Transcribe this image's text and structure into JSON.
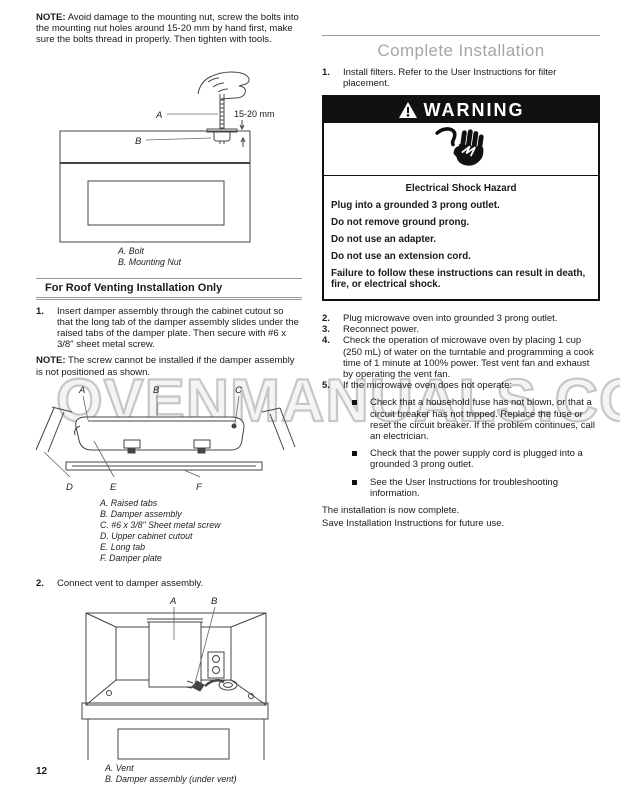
{
  "watermark": "OVENMANUALS.COM",
  "page_number": "12",
  "left": {
    "note1_label": "NOTE:",
    "note1_text": "Avoid damage to the mounting nut, screw the bolts into the mounting nut holes around 15-20 mm by hand first, make sure the bolts thread in properly. Then tighten with tools.",
    "fig1": {
      "dim_label": "15-20 mm",
      "label_a": "A",
      "label_b": "B",
      "captions": [
        "A. Bolt",
        "B. Mounting Nut"
      ]
    },
    "section_heading": "For Roof Venting Installation Only",
    "step1_num": "1.",
    "step1_text": "Insert damper assembly through the cabinet cutout so that the long tab of the damper assembly slides under the raised tabs of the damper plate. Then secure with #6 x 3/8\" sheet metal screw.",
    "note2_label": "NOTE:",
    "note2_text": "The screw cannot be installed if the damper assembly is not positioned as shown.",
    "fig2": {
      "labels": {
        "a": "A",
        "b": "B",
        "c": "C",
        "d": "D",
        "e": "E",
        "f": "F"
      },
      "captions": [
        "A. Raised tabs",
        "B. Damper assembly",
        "C. #6 x 3/8\" Sheet metal screw",
        "D. Upper cabinet cutout",
        "E. Long tab",
        "F. Damper plate"
      ]
    },
    "step2_num": "2.",
    "step2_text": "Connect vent to damper assembly.",
    "fig3": {
      "labels": {
        "a": "A",
        "b": "B"
      },
      "captions": [
        "A. Vent",
        "B. Damper assembly (under vent)"
      ]
    }
  },
  "right": {
    "heading": "Complete Installation",
    "step1_num": "1.",
    "step1_text": "Install filters. Refer to the User Instructions for filter placement.",
    "warning": {
      "title": "WARNING",
      "hazard_title": "Electrical Shock Hazard",
      "lines": [
        "Plug into a grounded 3 prong outlet.",
        "Do not remove ground prong.",
        "Do not use an adapter.",
        "Do not use an extension cord.",
        "Failure to follow these instructions can result in death, fire, or electrical shock."
      ]
    },
    "steps": [
      {
        "num": "2.",
        "text": "Plug microwave oven into grounded 3 prong outlet."
      },
      {
        "num": "3.",
        "text": "Reconnect power."
      },
      {
        "num": "4.",
        "text": "Check the operation of microwave oven by placing 1 cup (250 mL) of water on the turntable and programming a cook time of 1 minute at 100% power. Test vent fan and exhaust by operating the vent fan."
      },
      {
        "num": "5.",
        "text": "If the microwave oven does not operate:"
      }
    ],
    "bullets": [
      "Check that a household fuse has not blown, or that a circuit breaker has not tripped. Replace the fuse or reset the circuit breaker. If the problem continues, call an electrician.",
      "Check that the power supply cord is plugged into a grounded 3 prong outlet.",
      "See the User Instructions for troubleshooting information."
    ],
    "closing": [
      "The installation is now complete.",
      "Save Installation Instructions for future use."
    ]
  }
}
